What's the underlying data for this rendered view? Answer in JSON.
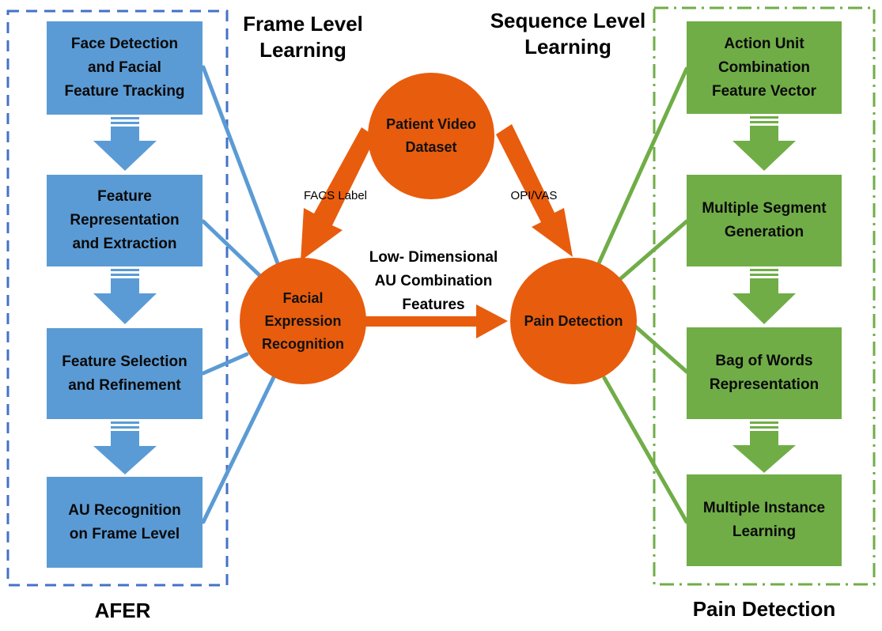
{
  "colors": {
    "blue_box": "#5b9bd5",
    "blue_line": "#4472c4",
    "green_box": "#70ad47",
    "orange": "#e85c0d"
  },
  "headings": {
    "frame_level": [
      "Frame Level",
      "Learning"
    ],
    "sequence_level": [
      "Sequence Level",
      "Learning"
    ],
    "afer": "AFER",
    "pain_detection": "Pain Detection"
  },
  "afer_steps": [
    [
      "Face Detection",
      "and Facial",
      "Feature Tracking"
    ],
    [
      "Feature",
      "Representation",
      "and Extraction"
    ],
    [
      "Feature Selection",
      "and Refinement"
    ],
    [
      "AU Recognition",
      "on Frame Level"
    ]
  ],
  "pain_steps": [
    [
      "Action Unit",
      "Combination",
      "Feature Vector"
    ],
    [
      "Multiple Segment",
      "Generation"
    ],
    [
      "Bag of Words",
      "Representation"
    ],
    [
      "Multiple Instance",
      "Learning"
    ]
  ],
  "nodes": {
    "dataset": [
      "Patient Video",
      "Dataset"
    ],
    "fer": [
      "Facial",
      "Expression",
      "Recognition"
    ],
    "pain": [
      "Pain Detection"
    ]
  },
  "edge_labels": {
    "facs": "FACS Label",
    "opi": "OPI/VAS",
    "features": [
      "Low- Dimensional",
      "AU Combination",
      "Features"
    ]
  }
}
